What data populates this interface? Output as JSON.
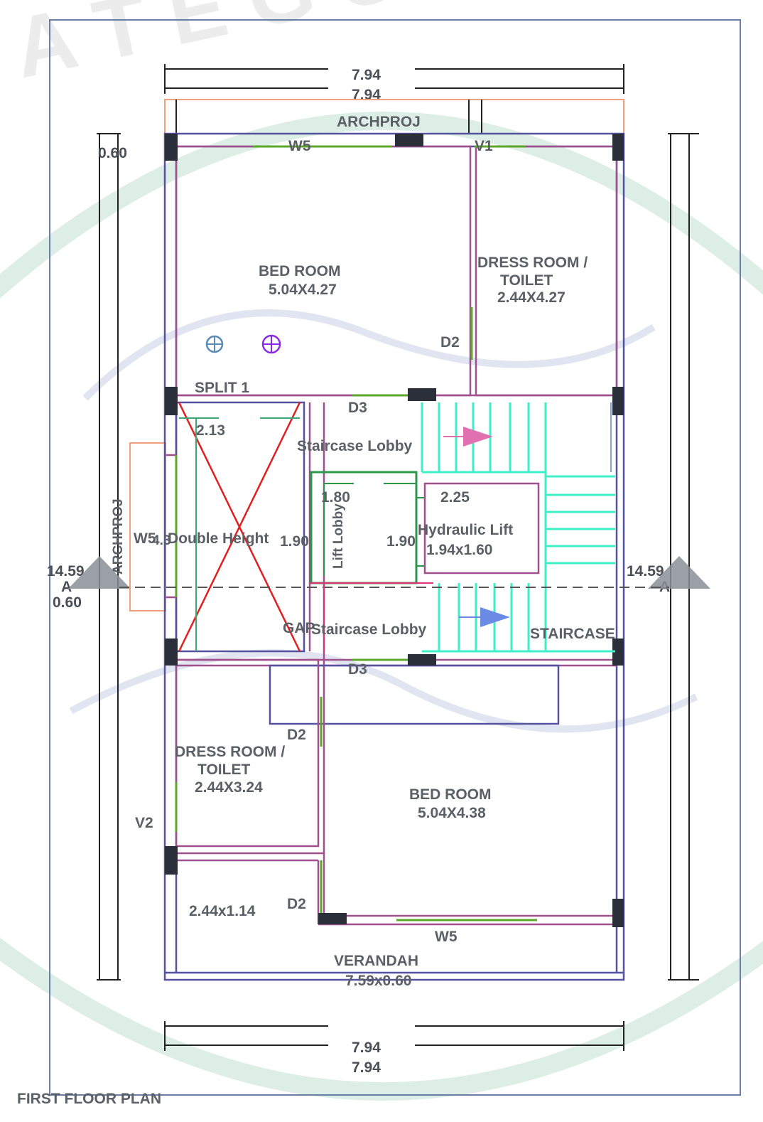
{
  "plan": {
    "title": "FIRST FLOOR PLAN",
    "dims_top": [
      "7.94",
      "7.94"
    ],
    "dims_bottom": [
      "7.94",
      "7.94"
    ],
    "dim_left_top": "0.60",
    "dim_left_mid": [
      "14.59",
      "A",
      "0.60"
    ],
    "dim_right_mid": [
      "14.59",
      "A"
    ],
    "archproj_top": "ARCHPROJ",
    "archproj_side": "ARCHPROJ"
  },
  "rooms": {
    "bed_top": {
      "name": "BED ROOM",
      "size": "5.04X4.27"
    },
    "dress_top": {
      "name1": "DRESS ROOM /",
      "name2": "TOILET",
      "size": "2.44X4.27"
    },
    "double_height": {
      "name": "Double Height",
      "dim_a": "2.13",
      "dim_b": "1.90",
      "dim_c": "4.3"
    },
    "lift_lobby": {
      "name": "Lift Lobby",
      "dim_a": "1.80",
      "dim_b": "1.90"
    },
    "hydraulic_lift": {
      "name": "Hydraulic Lift",
      "size": "1.94x1.60",
      "dim": "2.25"
    },
    "staircase_lobby_top": {
      "name": "Staircase Lobby"
    },
    "staircase_lobby_bottom": {
      "name": "Staircase Lobby",
      "gap": "GAP"
    },
    "staircase": {
      "name": "STAIRCASE"
    },
    "dress_bottom": {
      "name1": "DRESS ROOM /",
      "name2": "TOILET",
      "size": "2.44X3.24"
    },
    "bed_bottom": {
      "name": "BED ROOM",
      "size": "5.04X4.38"
    },
    "store": {
      "size": "2.44x1.14"
    },
    "verandah": {
      "name": "VERANDAH",
      "size": "7.59x0.60"
    }
  },
  "openings": {
    "w5_top": "W5",
    "v1": "V1",
    "d2_top": "D2",
    "split": "SPLIT 1",
    "d3_top": "D3",
    "d3_bottom": "D3",
    "w5_left": "W5",
    "d2_mid": "D2",
    "v2": "V2",
    "d2_low": "D2",
    "w5_bottom": "W5"
  },
  "colors": {
    "outer_wall": "#5553a0",
    "inner_wall": "#a0508c",
    "window": "#5ba82a",
    "stair": "#3df0c8",
    "lift": "#2a9a4a",
    "cross": "#e02020",
    "projection": "#f0a07a"
  }
}
